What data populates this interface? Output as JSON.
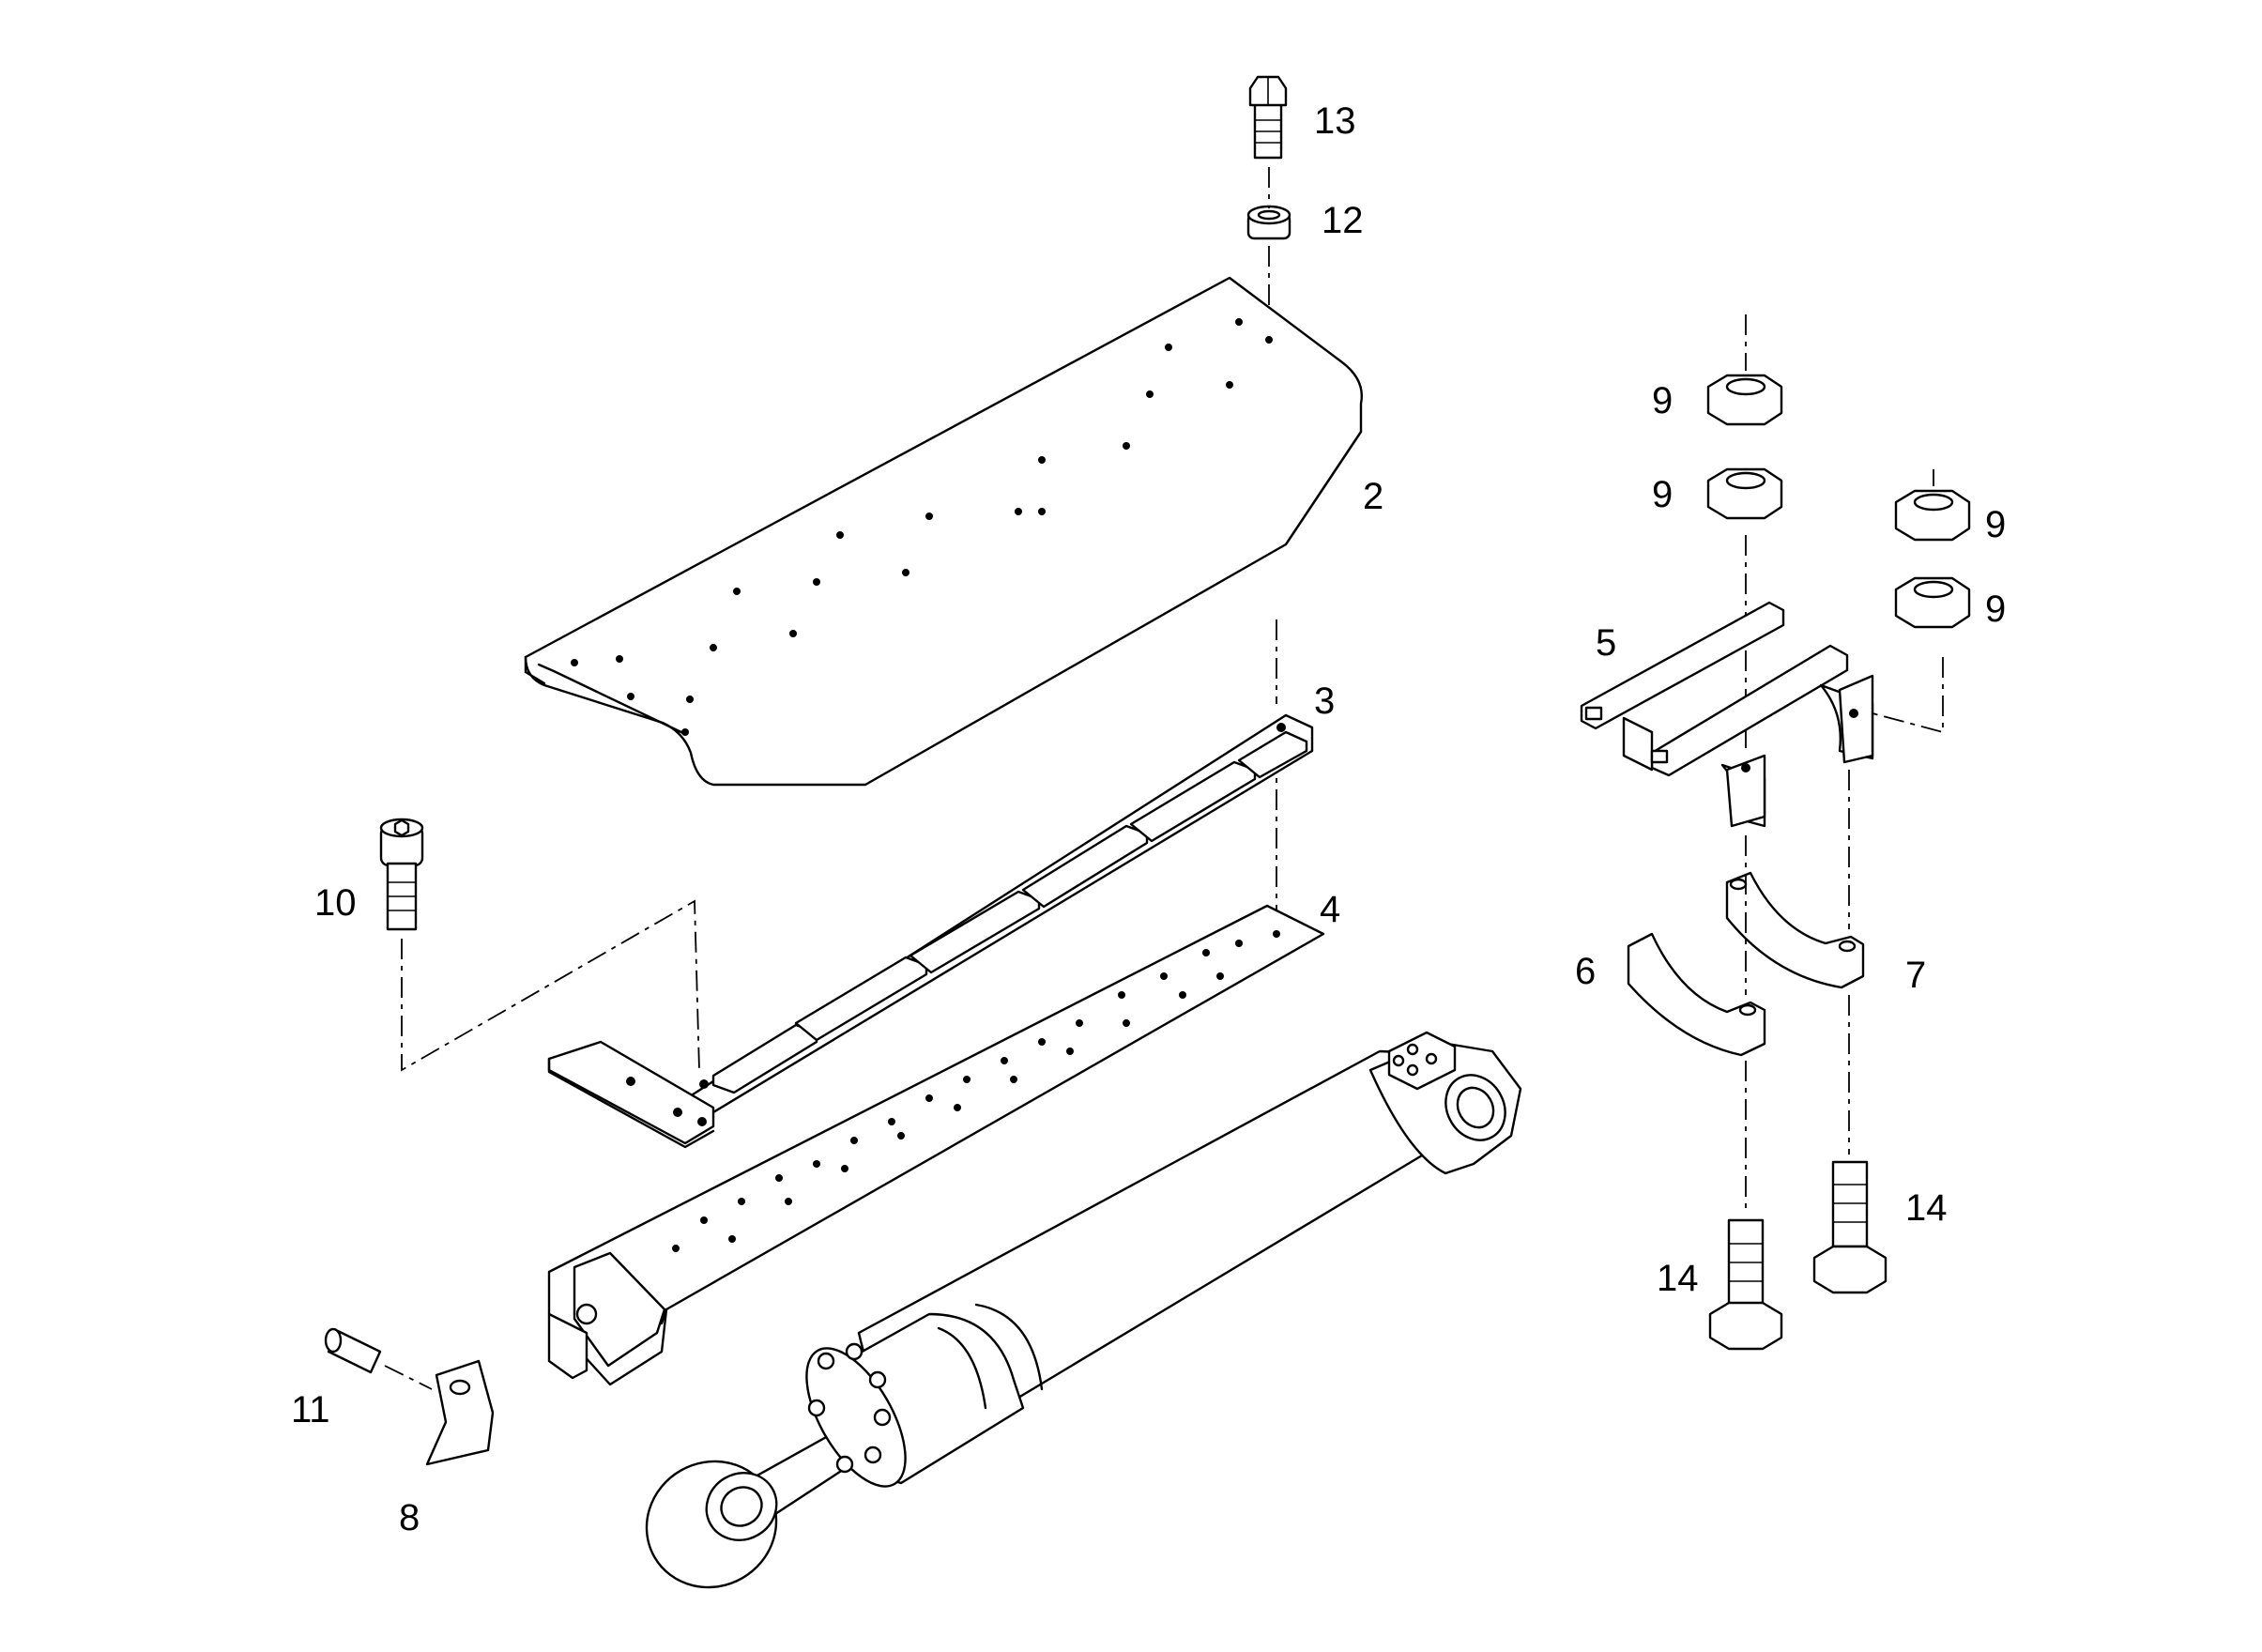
{
  "callouts": {
    "c1": "13",
    "c2": "12",
    "c3": "2",
    "c4": "3",
    "c5": "4",
    "c6": "10",
    "c7": "11",
    "c8": "8",
    "c9": "9",
    "c10": "9",
    "c11": "9",
    "c12": "9",
    "c13": "5",
    "c14": "6",
    "c15": "7",
    "c16": "14",
    "c17": "14"
  }
}
